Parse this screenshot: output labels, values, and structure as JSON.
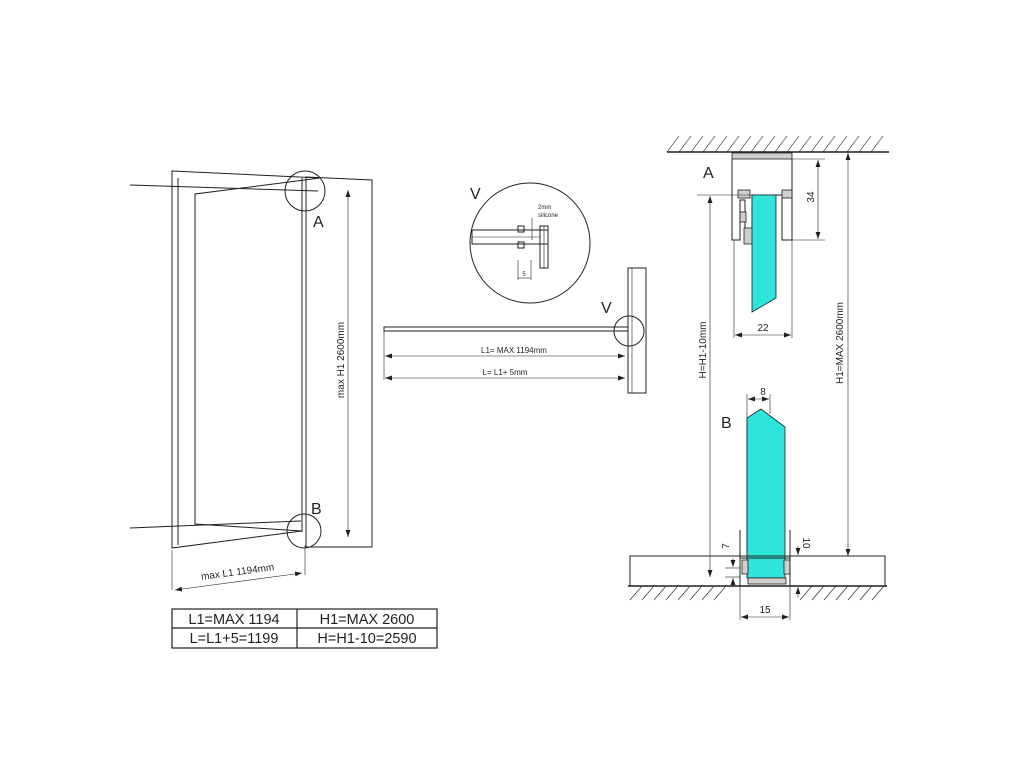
{
  "colors": {
    "glass": "#2ee5dc",
    "line": "#231f20",
    "profile": "#cfcfcf"
  },
  "door_view": {
    "detail_a": "A",
    "detail_b": "B",
    "height_dim": "max H1 2600mm",
    "width_dim": "max L1 1194mm"
  },
  "top_view": {
    "detail_v": "V",
    "l1_dim": "L1= MAX 1194mm",
    "l_dim": "L= L1+ 5mm",
    "inset_label": "V",
    "inset_gap": "2mm",
    "inset_material": "silicone",
    "inset_dim": "5"
  },
  "section_view": {
    "detail_a": "A",
    "detail_b": "B",
    "dim_34": "34",
    "dim_22": "22",
    "dim_8": "8",
    "dim_7": "7",
    "dim_10": "10",
    "dim_15": "15",
    "h_dim": "H=H1-10mm",
    "h1_dim": "H1=MAX 2600mm"
  },
  "spec_table": {
    "rows": [
      [
        "L1=MAX 1194",
        "H1=MAX 2600"
      ],
      [
        "L=L1+5=1199",
        "H=H1-10=2590"
      ]
    ]
  }
}
